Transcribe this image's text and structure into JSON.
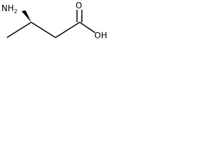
{
  "structure": {
    "atoms": {
      "amine": {
        "main": "NH",
        "subscript": "2"
      },
      "carbonyl_oxygen": "O",
      "hydroxyl": "OH"
    },
    "stereo": "wedge",
    "colors": {
      "bond": "#000000",
      "label": "#000000",
      "background": "#ffffff"
    }
  }
}
